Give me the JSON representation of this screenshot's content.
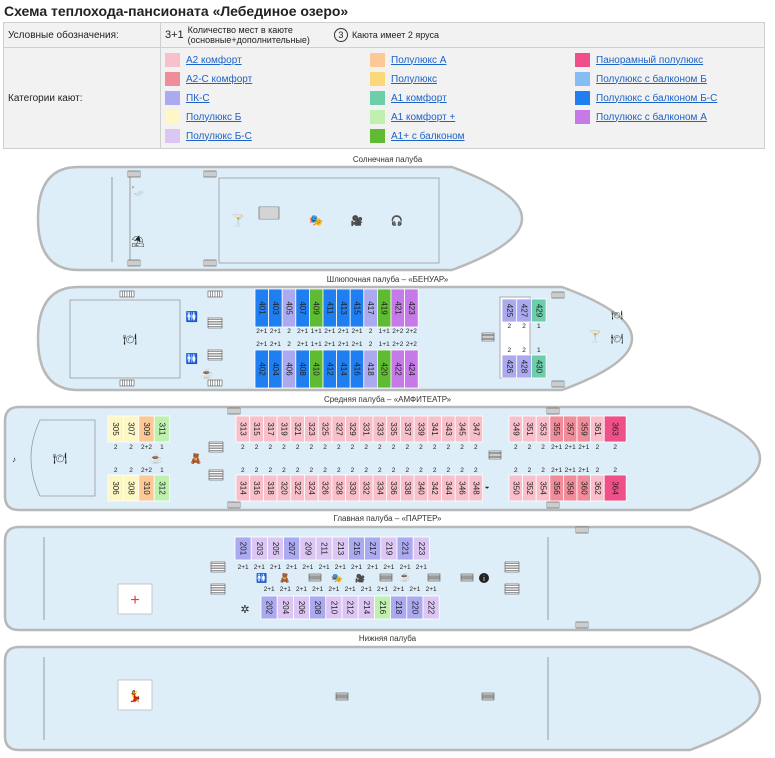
{
  "title": "Схема теплохода-пансионата «Лебединое озеро»",
  "legend": {
    "symbols_label": "Условные обозначения:",
    "capacity_symbol": "3+1",
    "capacity_text_line1": "Количество мест в каюте",
    "capacity_text_line2": "(основные+дополнительные)",
    "tier_symbol": "3",
    "tier_text": "Каюта имеет 2 яруса",
    "categories_label": "Категории кают:",
    "categories": [
      {
        "name": "А2 комфорт",
        "color": "#f7c0cb"
      },
      {
        "name": "Полулюкс А",
        "color": "#fbc896"
      },
      {
        "name": "Панорамный полулюкс",
        "color": "#f0508a"
      },
      {
        "name": "А2-С комфорт",
        "color": "#ef8d9a"
      },
      {
        "name": "Полулюкс",
        "color": "#fbd97a"
      },
      {
        "name": "Полулюкс с балконом Б",
        "color": "#86bdf4"
      },
      {
        "name": "ПК-С",
        "color": "#abaaf1"
      },
      {
        "name": "А1 комфорт",
        "color": "#6ccfaa"
      },
      {
        "name": "Полулюкс с балконом Б-С",
        "color": "#1f7ef0"
      },
      {
        "name": "Полулюкс Б",
        "color": "#fcf7c4"
      },
      {
        "name": "А1 комфорт +",
        "color": "#bff0b0"
      },
      {
        "name": "Полулюкс с балконом А",
        "color": "#c67ae8"
      },
      {
        "name": "Полулюкс Б-С",
        "color": "#dcc7f4"
      },
      {
        "name": "А1+ с балконом",
        "color": "#5fbb32"
      }
    ]
  },
  "decks": {
    "sun": "Солнечная палуба",
    "boat": "Шлюпочная палуба – «БЕНУАР»",
    "middle": "Средняя палуба – «АМФИТЕАТР»",
    "main": "Главная палуба – «ПАРТЕР»",
    "lower": "Нижняя палуба"
  },
  "colors": {
    "hull": "#ddeef8",
    "hull_stroke": "#b8b8b8"
  },
  "boat_top": [
    {
      "n": "401",
      "c": "#1f7ef0",
      "cap": "2+1"
    },
    {
      "n": "403",
      "c": "#1f7ef0",
      "cap": "2+1"
    },
    {
      "n": "405",
      "c": "#abaaf1",
      "cap": "2"
    },
    {
      "n": "407",
      "c": "#1f7ef0",
      "cap": "2+1"
    },
    {
      "n": "409",
      "c": "#5fbb32",
      "cap": "1+1"
    },
    {
      "n": "411",
      "c": "#1f7ef0",
      "cap": "2+1"
    },
    {
      "n": "413",
      "c": "#1f7ef0",
      "cap": "2+1"
    },
    {
      "n": "415",
      "c": "#1f7ef0",
      "cap": "2+1"
    },
    {
      "n": "417",
      "c": "#abaaf1",
      "cap": "2"
    },
    {
      "n": "419",
      "c": "#5fbb32",
      "cap": "1+1"
    },
    {
      "n": "421",
      "c": "#c67ae8",
      "cap": "2+2"
    },
    {
      "n": "423",
      "c": "#c67ae8",
      "cap": "2+2"
    }
  ],
  "boat_bottom": [
    {
      "n": "402",
      "c": "#1f7ef0",
      "cap": "2+1"
    },
    {
      "n": "404",
      "c": "#1f7ef0",
      "cap": "2+1"
    },
    {
      "n": "406",
      "c": "#abaaf1",
      "cap": "2"
    },
    {
      "n": "408",
      "c": "#1f7ef0",
      "cap": "2+1"
    },
    {
      "n": "410",
      "c": "#5fbb32",
      "cap": "1+1"
    },
    {
      "n": "412",
      "c": "#1f7ef0",
      "cap": "2+1"
    },
    {
      "n": "414",
      "c": "#1f7ef0",
      "cap": "2+1"
    },
    {
      "n": "416",
      "c": "#1f7ef0",
      "cap": "2+1"
    },
    {
      "n": "418",
      "c": "#abaaf1",
      "cap": "2"
    },
    {
      "n": "420",
      "c": "#5fbb32",
      "cap": "1+1"
    },
    {
      "n": "422",
      "c": "#c67ae8",
      "cap": "2+2"
    },
    {
      "n": "424",
      "c": "#c67ae8",
      "cap": "2+2"
    }
  ],
  "boat_aft_top": [
    {
      "n": "425",
      "c": "#abaaf1",
      "cap": "2"
    },
    {
      "n": "427",
      "c": "#abaaf1",
      "cap": "2"
    },
    {
      "n": "429",
      "c": "#6ccfaa",
      "cap": "1"
    }
  ],
  "boat_aft_bottom": [
    {
      "n": "426",
      "c": "#abaaf1",
      "cap": "2"
    },
    {
      "n": "428",
      "c": "#abaaf1",
      "cap": "2"
    },
    {
      "n": "430",
      "c": "#6ccfaa",
      "cap": "1"
    }
  ],
  "mid_left_top": [
    {
      "n": "305",
      "c": "#fcf7c4",
      "cap": "2"
    },
    {
      "n": "307",
      "c": "#fcf7c4",
      "cap": "2"
    },
    {
      "n": "309",
      "c": "#fbc896",
      "cap": "2+2"
    },
    {
      "n": "311",
      "c": "#bff0b0",
      "cap": "1"
    }
  ],
  "mid_left_bottom": [
    {
      "n": "306",
      "c": "#fcf7c4",
      "cap": "2"
    },
    {
      "n": "308",
      "c": "#fcf7c4",
      "cap": "2"
    },
    {
      "n": "310",
      "c": "#fbc896",
      "cap": "2+2"
    },
    {
      "n": "312",
      "c": "#bff0b0",
      "cap": "1"
    }
  ],
  "mid_center_top": [
    "313",
    "315",
    "317",
    "319",
    "321",
    "323",
    "325",
    "327",
    "329",
    "331",
    "333",
    "335",
    "337",
    "339",
    "341",
    "343",
    "345",
    "347"
  ],
  "mid_center_bottom": [
    "314",
    "316",
    "318",
    "320",
    "322",
    "324",
    "326",
    "328",
    "330",
    "332",
    "334",
    "336",
    "338",
    "340",
    "342",
    "344",
    "346",
    "348"
  ],
  "mid_right_top": [
    {
      "n": "349",
      "c": "#f7c0cb",
      "cap": "2"
    },
    {
      "n": "351",
      "c": "#f7c0cb",
      "cap": "2"
    },
    {
      "n": "353",
      "c": "#f7c0cb",
      "cap": "2"
    },
    {
      "n": "355",
      "c": "#ef8d9a",
      "cap": "2+1"
    },
    {
      "n": "357",
      "c": "#ef8d9a",
      "cap": "2+1"
    },
    {
      "n": "359",
      "c": "#ef8d9a",
      "cap": "2+1"
    },
    {
      "n": "361",
      "c": "#f7c0cb",
      "cap": "2"
    },
    {
      "n": "363",
      "c": "#f0508a",
      "cap": "2"
    }
  ],
  "mid_right_bottom": [
    {
      "n": "350",
      "c": "#f7c0cb",
      "cap": "2"
    },
    {
      "n": "352",
      "c": "#f7c0cb",
      "cap": "2"
    },
    {
      "n": "354",
      "c": "#f7c0cb",
      "cap": "2"
    },
    {
      "n": "356",
      "c": "#ef8d9a",
      "cap": "2+1"
    },
    {
      "n": "358",
      "c": "#ef8d9a",
      "cap": "2+1"
    },
    {
      "n": "360",
      "c": "#ef8d9a",
      "cap": "2+1"
    },
    {
      "n": "362",
      "c": "#f7c0cb",
      "cap": "2"
    },
    {
      "n": "364",
      "c": "#f0508a",
      "cap": "2"
    }
  ],
  "main_top": [
    {
      "n": "201",
      "c": "#abaaf1",
      "cap": "2+1"
    },
    {
      "n": "203",
      "c": "#dcc7f4",
      "cap": "2+1"
    },
    {
      "n": "205",
      "c": "#dcc7f4",
      "cap": "2+1"
    },
    {
      "n": "207",
      "c": "#abaaf1",
      "cap": "2+1"
    },
    {
      "n": "209",
      "c": "#dcc7f4",
      "cap": "2+1"
    },
    {
      "n": "211",
      "c": "#dcc7f4",
      "cap": "2+1"
    },
    {
      "n": "213",
      "c": "#dcc7f4",
      "cap": "2+1"
    },
    {
      "n": "215",
      "c": "#abaaf1",
      "cap": "2+1"
    },
    {
      "n": "217",
      "c": "#abaaf1",
      "cap": "2+1"
    },
    {
      "n": "219",
      "c": "#dcc7f4",
      "cap": "2+1"
    },
    {
      "n": "221",
      "c": "#abaaf1",
      "cap": "2+1"
    },
    {
      "n": "223",
      "c": "#dcc7f4",
      "cap": "2+1"
    }
  ],
  "main_bottom": [
    {
      "n": "202",
      "c": "#abaaf1",
      "cap": "2+1"
    },
    {
      "n": "204",
      "c": "#dcc7f4",
      "cap": "2+1"
    },
    {
      "n": "206",
      "c": "#dcc7f4",
      "cap": "2+1"
    },
    {
      "n": "208",
      "c": "#abaaf1",
      "cap": "2+1"
    },
    {
      "n": "210",
      "c": "#dcc7f4",
      "cap": "2+1"
    },
    {
      "n": "212",
      "c": "#dcc7f4",
      "cap": "2+1"
    },
    {
      "n": "214",
      "c": "#dcc7f4",
      "cap": "2+1"
    },
    {
      "n": "216",
      "c": "#bff0b0",
      "cap": "2+1"
    },
    {
      "n": "218",
      "c": "#abaaf1",
      "cap": "2+1"
    },
    {
      "n": "220",
      "c": "#abaaf1",
      "cap": "2+1"
    },
    {
      "n": "222",
      "c": "#dcc7f4",
      "cap": "2+1"
    }
  ],
  "icons": {
    "restaurant": "🍽",
    "wc": "🚻",
    "cocktail": "🍸",
    "theater": "🎭",
    "cinema": "🎥",
    "music": "🎧",
    "swan": "🦢",
    "beach": "⛱",
    "plus": "+",
    "info": "i",
    "dance": "💃",
    "child": "🧸",
    "coffee": "☕"
  }
}
